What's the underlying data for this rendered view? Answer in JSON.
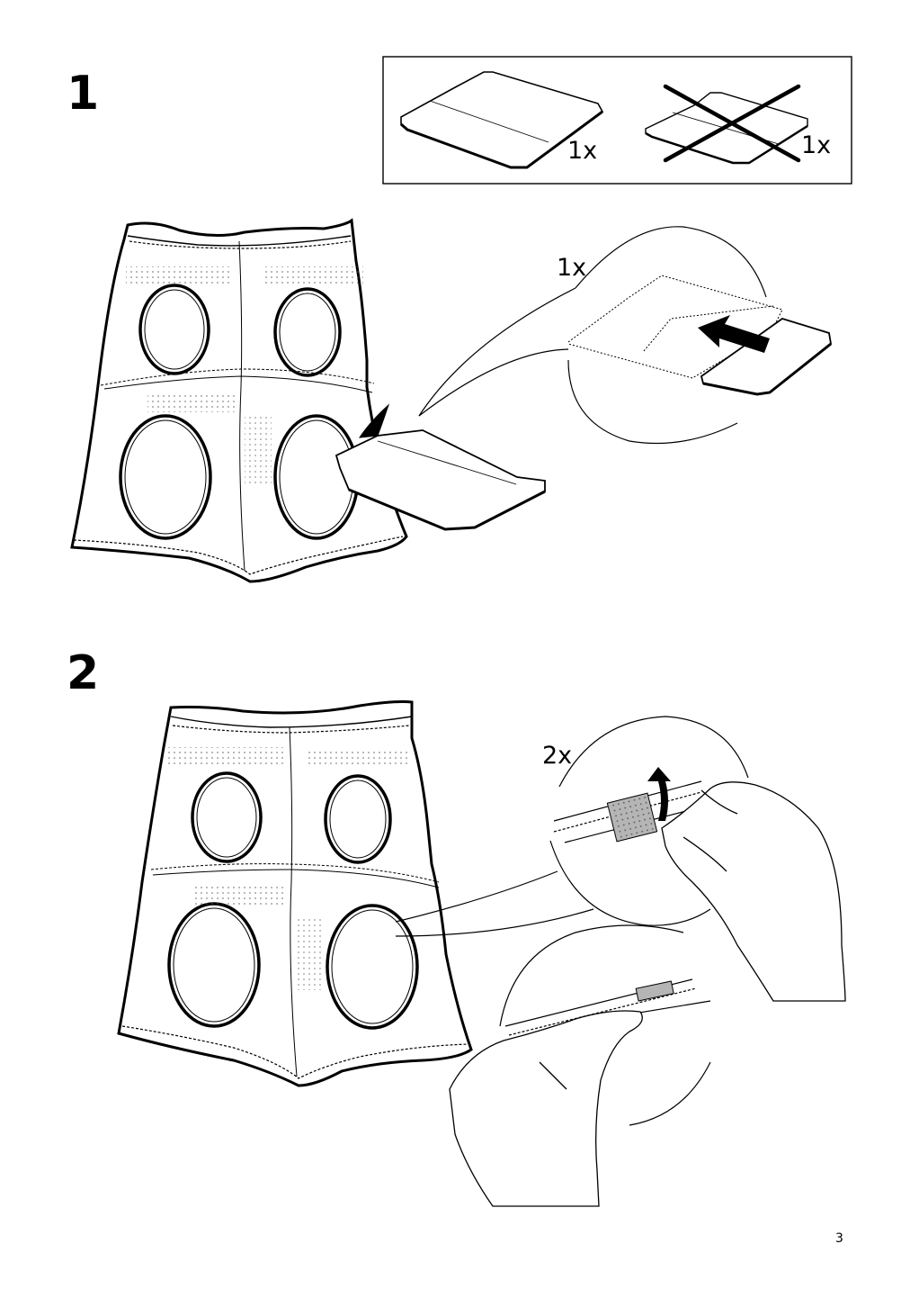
{
  "steps": [
    {
      "number": "1",
      "detail_qty": "1x"
    },
    {
      "number": "2",
      "detail_qty": "2x"
    }
  ],
  "parts_box": {
    "correct_qty": "1x",
    "wrong_qty": "1x"
  },
  "page_number": "3",
  "colors": {
    "ink": "#000000",
    "paper": "#ffffff",
    "tape_gray": "#b5b5b5"
  },
  "icons": [
    "cross-out-icon",
    "insert-arrow-icon",
    "peel-arrow-icon"
  ]
}
